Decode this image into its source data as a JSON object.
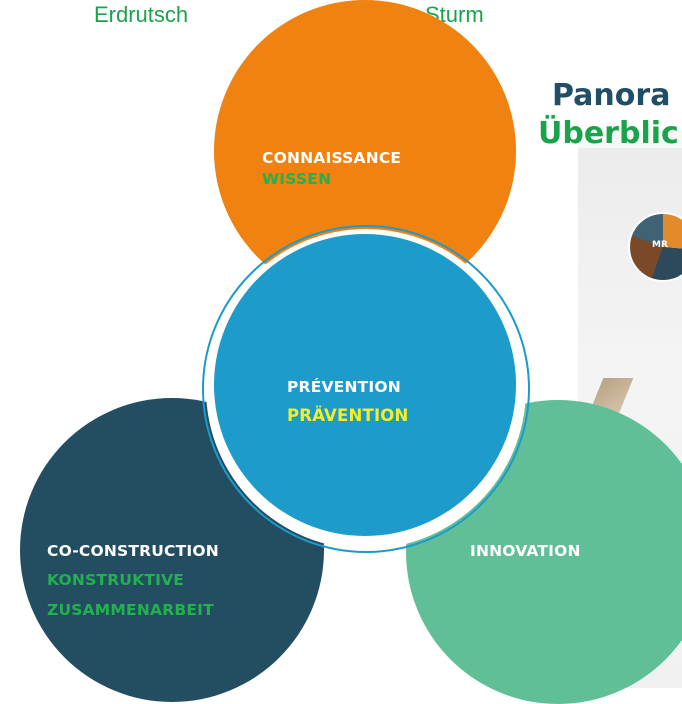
{
  "top_labels": {
    "left": "Erdrutsch",
    "right": "Sturm"
  },
  "side_heading": {
    "line1": "Panora",
    "line2": "Überblic"
  },
  "logo": {
    "text": "MR"
  },
  "circles": {
    "top": {
      "fr": "CONNAISSANCE",
      "de": "WISSEN",
      "color": "#ef8210"
    },
    "center": {
      "fr": "PRÉVENTION",
      "de": "PRÄVENTION",
      "color": "#1d9ccb"
    },
    "left": {
      "fr": "CO-CONSTRUCTION",
      "de_line1": "KONSTRUKTIVE",
      "de_line2": "ZUSAMMENARBEIT",
      "color": "#234e62"
    },
    "right": {
      "fr": "INNOVATION",
      "color": "#60bf96"
    }
  },
  "colors": {
    "label_green": "#23b04f",
    "label_yellow": "#f3ee2a",
    "heading_blue": "#1f4e66"
  }
}
